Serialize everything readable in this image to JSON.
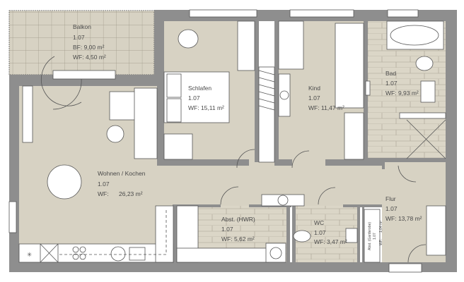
{
  "plan": {
    "rooms": [
      {
        "name": "Balkon",
        "number": "1.07",
        "line1": "BF:  9,00 m²",
        "line2": "WF: 4,50 m²"
      },
      {
        "name": "Schlafen",
        "number": "1.07",
        "line1": "WF: 15,11 m²"
      },
      {
        "name": "Kind",
        "number": "1.07",
        "line1": "WF: 11,47 m²"
      },
      {
        "name": "Bad",
        "number": "1.07",
        "line1": "WF: 9,93 m²"
      },
      {
        "name": "Wohnen / Kochen",
        "number": "1.07",
        "wf_label": "WF:",
        "wf_value": "26,23 m²"
      },
      {
        "name": "Abst. (HWR)",
        "number": "1.07",
        "line1": "WF: 5,62 m²"
      },
      {
        "name": "WC",
        "number": "1.07",
        "line1": "WF: 3,47 m²"
      },
      {
        "name": "Flur",
        "number": "1.07",
        "line1": "WF: 13,78 m²"
      },
      {
        "name": "Abst. (Garderobe)",
        "number": "1.07",
        "wf_label": "WF:",
        "wf_value": "1,04 m²"
      }
    ],
    "colors": {
      "wall": "#8e8e8e",
      "floor": "#d7d2c3",
      "tile": "#dbd6c7"
    }
  }
}
